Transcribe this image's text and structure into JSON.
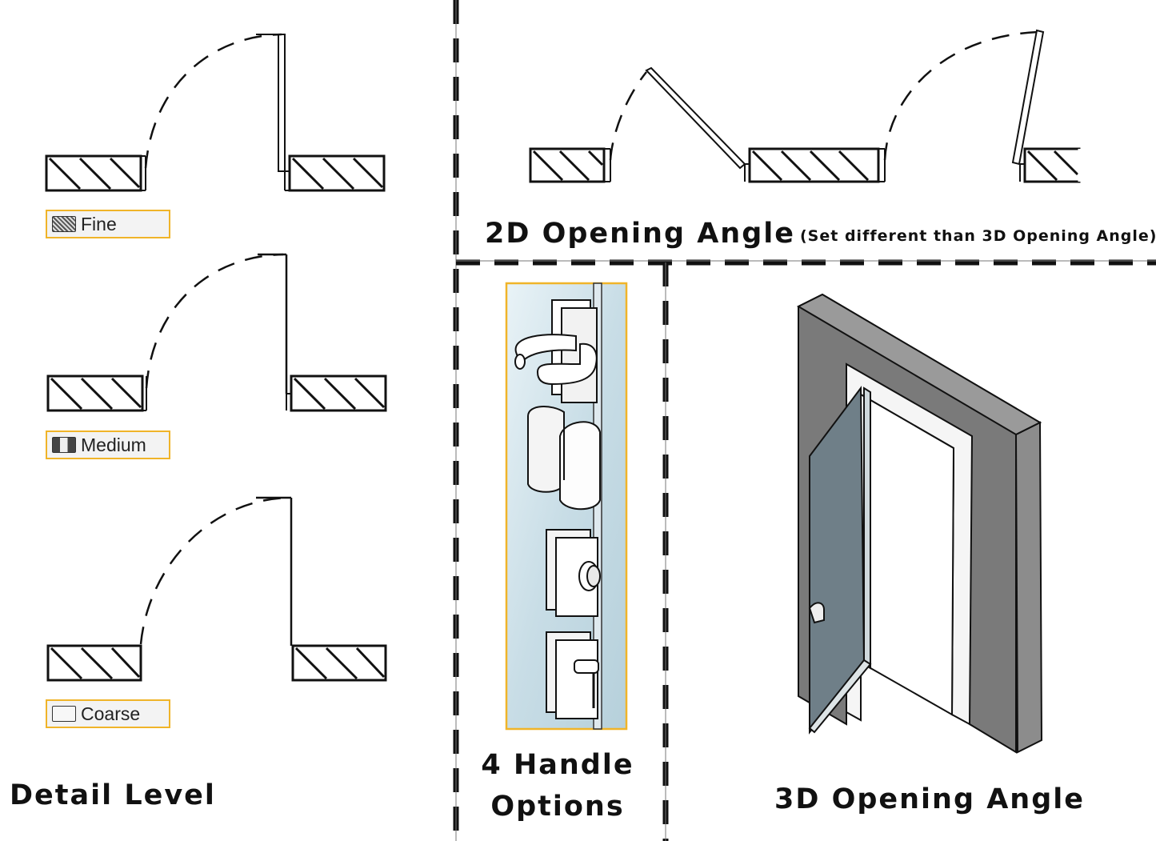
{
  "titles": {
    "detail_level": "Detail Level",
    "opening_2d": "2D Opening Angle",
    "opening_2d_note": "(Set different than 3D Opening Angle)",
    "handles_line1": "4 Handle",
    "handles_line2": "Options",
    "opening_3d": "3D Opening Angle"
  },
  "detail_levels": [
    {
      "label": "Fine",
      "icon": "fine-detail-icon"
    },
    {
      "label": "Medium",
      "icon": "medium-detail-icon"
    },
    {
      "label": "Coarse",
      "icon": "coarse-detail-icon"
    }
  ],
  "colors": {
    "badge_border": "#f0b429",
    "badge_fill": "#f3f3f3",
    "wall_3d": "#7a7a7a",
    "glass_3d": "#6f7f88",
    "handle_panel_glass": "#c9dfe8"
  }
}
